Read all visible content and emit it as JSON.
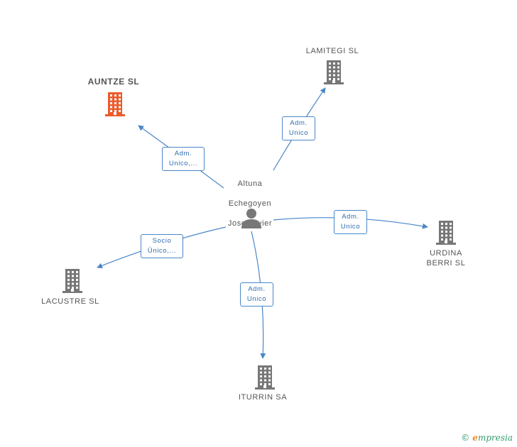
{
  "colors": {
    "edge": "#4a86c8",
    "building_default": "#777777",
    "building_highlight": "#ee5b2b",
    "person": "#777777"
  },
  "center": {
    "name_lines": [
      "Altuna",
      "Echegoyen",
      "Jose Javier"
    ],
    "icon": "person-icon"
  },
  "companies": [
    {
      "id": "auntze",
      "name": "AUNTZE SL",
      "highlight": true,
      "icon": "building-icon"
    },
    {
      "id": "lamitegi",
      "name": "LAMITEGI SL",
      "highlight": false,
      "icon": "building-icon"
    },
    {
      "id": "urdina",
      "name": "URDINA\nBERRI SL",
      "highlight": false,
      "icon": "building-icon"
    },
    {
      "id": "lacustre",
      "name": "LACUSTRE SL",
      "highlight": false,
      "icon": "building-icon"
    },
    {
      "id": "iturrin",
      "name": "ITURRIN SA",
      "highlight": false,
      "icon": "building-icon"
    }
  ],
  "relations": [
    {
      "to": "auntze",
      "label_lines": [
        "Adm.",
        "Unico,..."
      ]
    },
    {
      "to": "lamitegi",
      "label_lines": [
        "Adm.",
        "Unico"
      ]
    },
    {
      "to": "urdina",
      "label_lines": [
        "Adm.",
        "Unico"
      ]
    },
    {
      "to": "lacustre",
      "label_lines": [
        "Socio",
        "Único,..."
      ]
    },
    {
      "to": "iturrin",
      "label_lines": [
        "Adm.",
        "Unico"
      ]
    }
  ],
  "watermark": {
    "copyright": "©",
    "brand_initial": "e",
    "brand_rest": "mpresia"
  }
}
